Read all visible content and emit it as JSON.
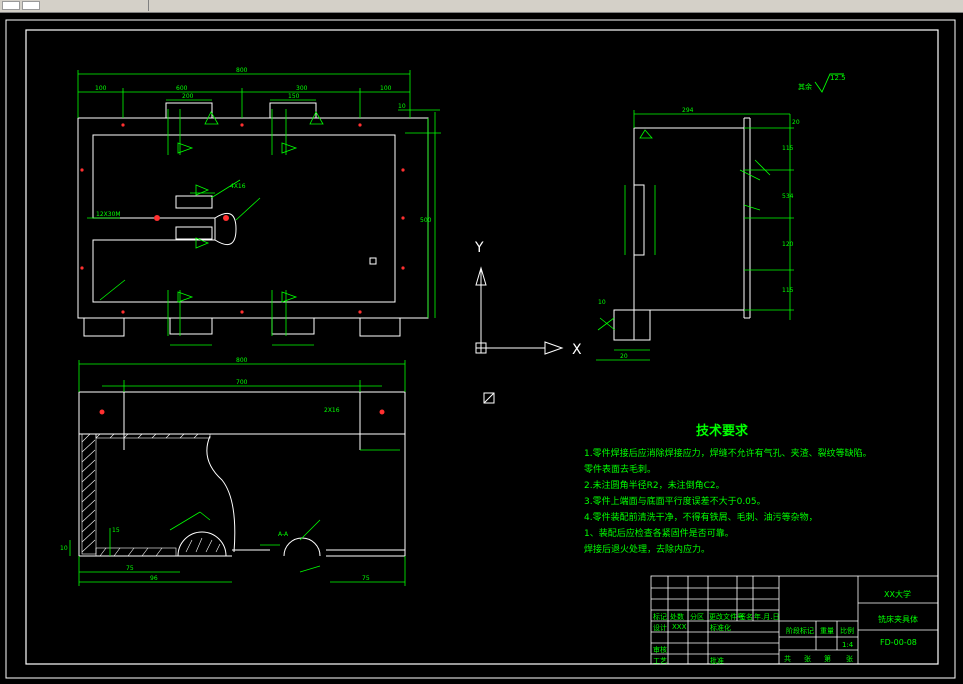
{
  "app": {
    "toolbar_buttons": [
      "file-icon",
      "doc-icon"
    ],
    "colors": {
      "background": "#000000",
      "drawing": "#ffffff",
      "dimension": "#00ff00",
      "center": "#ff0000"
    }
  },
  "drawing": {
    "roughness_label": "其余",
    "roughness_value": "12.5",
    "top_view": {
      "overall": "800",
      "segments": [
        "100",
        "600",
        "300",
        "100"
      ],
      "small_dims": [
        "200",
        "150"
      ],
      "right_dims": [
        "10",
        "500"
      ],
      "hole_note": "12X30M",
      "slot_note": "4X16"
    },
    "side_view": {
      "top_dim": "294",
      "right_dims": [
        "20",
        "115",
        "534",
        "120",
        "115"
      ],
      "small_dims": [
        "10",
        "20"
      ]
    },
    "front_view": {
      "overall": "800",
      "inner": "700",
      "hole_note": "2X16",
      "bottom_dims": [
        "75",
        "96",
        "75"
      ],
      "vertical_dims": [
        "10",
        "15"
      ]
    },
    "section_note": "A-A",
    "axis_y": "Y",
    "axis_x": "X"
  },
  "tech_requirements": {
    "title": "技术要求",
    "lines": [
      "1.零件焊接后应消除焊接应力，焊缝不允许有气孔、夹渣、裂纹等缺陷。",
      "零件表面去毛刺。",
      "2.未注圆角半径R2，未注倒角C2。",
      "3.零件上端面与底面平行度误差不大于0.05。",
      "4.零件装配前清洗干净，不得有铁屑、毛刺、油污等杂物，",
      "1、装配后应检查各紧固件是否可靠。",
      "焊接后退火处理，去除内应力。"
    ]
  },
  "title_block": {
    "school": "XX大学",
    "part_name": "铣床夹具体",
    "drawing_no": "FD-00-08",
    "header_cells": [
      "标记",
      "处数",
      "分区",
      "更改文件号",
      "签名",
      "年.月.日"
    ],
    "row_labels": [
      "设计",
      "审核",
      "工艺"
    ],
    "designer": "XXX",
    "std_label": "标准化",
    "approve_label": "批准",
    "stage_label": "阶段标记",
    "weight_label": "重量",
    "scale_label": "比例",
    "scale": "1:4",
    "sheets": [
      "共",
      "张",
      "第",
      "张"
    ]
  }
}
